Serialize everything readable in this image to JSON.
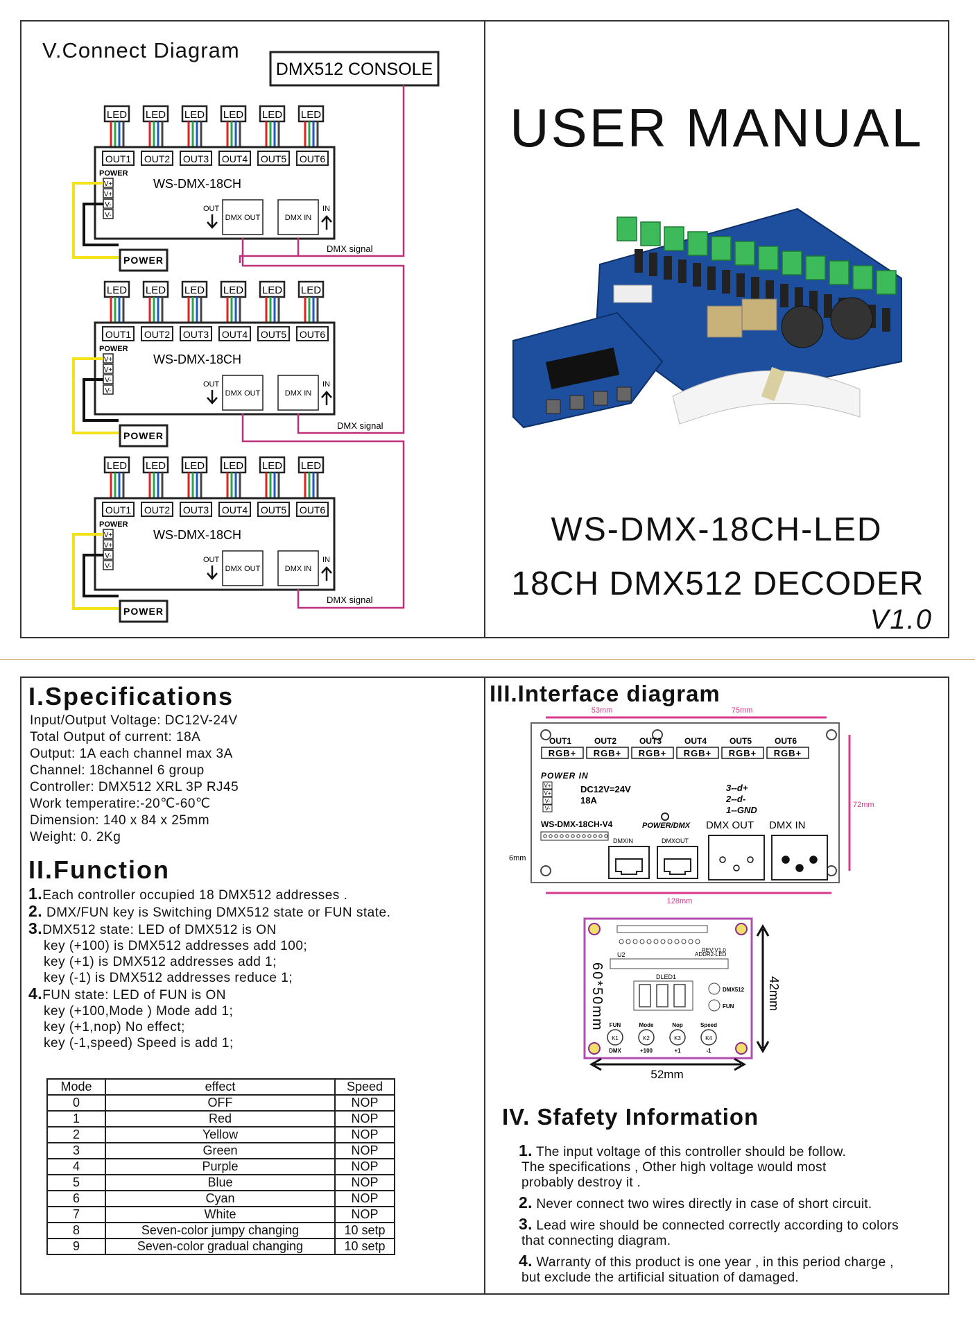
{
  "connect": {
    "title": "V.Connect Diagram",
    "console_label": "DMX512 CONSOLE",
    "led_label": "LED",
    "out_labels": [
      "OUT1",
      "OUT2",
      "OUT3",
      "OUT4",
      "OUT5",
      "OUT6"
    ],
    "power_small": "POWER",
    "model": "WS-DMX-18CH",
    "pins": [
      "V+",
      "V+",
      "V-",
      "V-"
    ],
    "out_text": "OUT",
    "in_text": "IN",
    "dmx_out": "DMX OUT",
    "dmx_in": "DMX IN",
    "dmx_signal": "DMX  signal",
    "power_box": "POWER"
  },
  "cover": {
    "title": "USER MANUAL",
    "model": "WS-DMX-18CH-LED",
    "subtitle": "18CH DMX512 DECODER",
    "version": "V1.0"
  },
  "specs": {
    "heading": "I.Specifications",
    "lines": [
      "Input/Output Voltage: DC12V-24V",
      "Total Output of current: 18A",
      "Output: 1A each channel max 3A",
      "Channel: 18channel 6 group",
      "Controller: DMX512 XRL 3P  RJ45",
      "Work temperatire:-20℃-60℃",
      "Dimension: 140 x 84 x 25mm",
      "Weight: 0. 2Kg"
    ]
  },
  "function": {
    "heading": "II.Function",
    "items": [
      {
        "num": "1.",
        "text": "Each  controller  occupied 18 DMX512 addresses .",
        "sub": []
      },
      {
        "num": "2.",
        "text": " DMX/FUN key is Switching  DMX512  state or FUN state.",
        "sub": []
      },
      {
        "num": "3.",
        "text": "DMX512  state:  LED of DMX512 is ON",
        "sub": [
          "key (+100) is DMX512  addresses   add 100;",
          "key (+1) is DMX512  addresses   add 1;",
          "key (-1) is DMX512  addresses   reduce 1;"
        ]
      },
      {
        "num": "4.",
        "text": "FUN  state:  LED of FUN  is ON",
        "sub": [
          "key (+100,Mode )  Mode  add 1;",
          "key (+1,nop)  No effect;",
          "key (-1,speed) Speed is add 1;"
        ]
      }
    ]
  },
  "mode_table": {
    "headers": [
      "Mode",
      "effect",
      "Speed"
    ],
    "rows": [
      [
        "0",
        "OFF",
        "NOP"
      ],
      [
        "1",
        "Red",
        "NOP"
      ],
      [
        "2",
        "Yellow",
        "NOP"
      ],
      [
        "3",
        "Green",
        "NOP"
      ],
      [
        "4",
        "Purple",
        "NOP"
      ],
      [
        "5",
        "Blue",
        "NOP"
      ],
      [
        "6",
        "Cyan",
        "NOP"
      ],
      [
        "7",
        "White",
        "NOP"
      ],
      [
        "8",
        "Seven-color jumpy changing",
        "10 setp"
      ],
      [
        "9",
        "Seven-color gradual changing",
        "10 setp"
      ]
    ]
  },
  "interface": {
    "heading": "III.Interface diagram",
    "dim_53": "53mm",
    "dim_75": "75mm",
    "dim_72": "72mm",
    "dim_6": "6mm",
    "dim_128": "128mm",
    "outs": [
      "OUT1",
      "OUT2",
      "OUT3",
      "OUT4",
      "OUT5",
      "OUT6"
    ],
    "rgb": "RGB+",
    "power_in": "POWER IN",
    "pins": [
      "V+",
      "V+",
      "V-",
      "V-"
    ],
    "dc": "DC12V=24V",
    "amps": "18A",
    "pin_legend": [
      "3--d+",
      "2--d-",
      "1--GND"
    ],
    "model_v4": "WS-DMX-18CH-V4",
    "power_dmx": "POWER/DMX",
    "dmx_out": "DMX  OUT",
    "dmx_in": "DMX  IN",
    "rj_in": "DMXIN",
    "rj_out": "DMXOUT",
    "pcb_size": "60*50mm",
    "dim_42": "42mm",
    "dim_52": "52mm",
    "btn_labels": [
      "FUN",
      "Mode",
      "Nop",
      "Speed"
    ],
    "btn_keys": [
      "K1",
      "K2",
      "K3",
      "K4"
    ],
    "btn_bottom": [
      "DMX",
      "+100",
      "+1",
      "-1"
    ],
    "led_dmx": "DMX512",
    "led_fun": "FUN",
    "rev": "REV:V1.0",
    "size_small": "60*50mm",
    "addr": "ADDR2-LED",
    "u2": "U2",
    "dled": "DLED1"
  },
  "safety": {
    "heading": "IV. Sfafety Information",
    "items": [
      {
        "num": "1.",
        "lines": [
          " The input voltage of this controller should be follow.",
          "The specifications , Other high voltage would most",
          "probably destroy it ."
        ]
      },
      {
        "num": "2.",
        "lines": [
          " Never connect two wires directly in case of short circuit."
        ]
      },
      {
        "num": "3.",
        "lines": [
          " Lead wire should be connected correctly according to colors",
          "that connecting diagram."
        ]
      },
      {
        "num": "4.",
        "lines": [
          " Warranty of this product is one year , in this period charge ,",
          "but exclude the artificial situation of damaged."
        ]
      }
    ]
  },
  "colors": {
    "dmx_line": "#c0307a",
    "power_wire": "#f2e21a",
    "pcb_blue": "#1d4f9e",
    "terminal_green": "#3dbb5a"
  }
}
